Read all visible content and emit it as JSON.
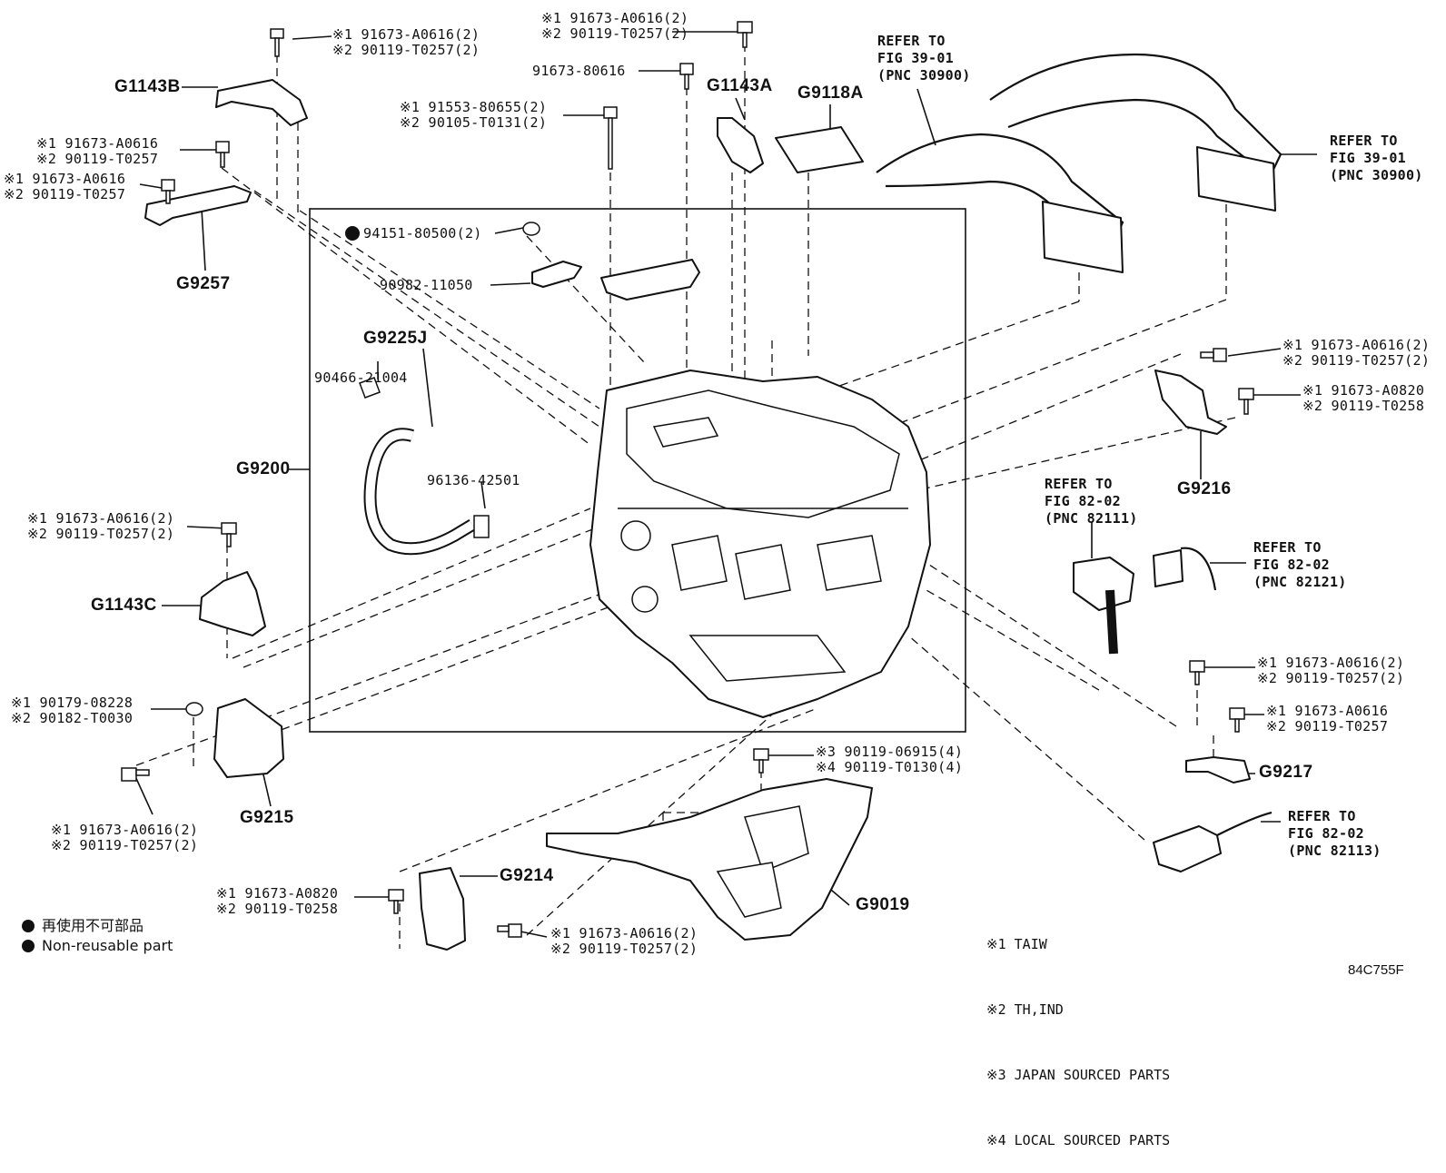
{
  "callouts": {
    "g1143b": "G1143B",
    "g9257": "G9257",
    "g9200": "G9200",
    "g1143c": "G1143C",
    "g9215": "G9215",
    "g9214": "G9214",
    "g9019": "G9019",
    "g9217": "G9217",
    "g9216": "G9216",
    "g1143a": "G1143A",
    "g9118a": "G9118A",
    "g9225j": "G9225J"
  },
  "part_numbers": {
    "top_left_bolt": [
      "※1 91673-A0616(2)",
      "※2 90119-T0257(2)"
    ],
    "g9257_bolt_a": [
      "※1 91673-A0616",
      "※2 90119-T0257"
    ],
    "g9257_bolt_b": [
      "※1 91673-A0616",
      "※2 90119-T0257"
    ],
    "top_center_bolt": [
      "※1 91673-A0616(2)",
      "※2 90119-T0257(2)"
    ],
    "bolt_80616": "91673-80616",
    "stud_bolt": [
      "※1 91553-80655(2)",
      "※2 90105-T0131(2)"
    ],
    "nut": "94151-80500(2)",
    "clamp": "90982-11050",
    "hose_clip": "90466-21004",
    "hose_clamp": "96136-42501",
    "g1143c_bolt": [
      "※1 91673-A0616(2)",
      "※2 90119-T0257(2)"
    ],
    "g9215_nut": [
      "※1 90179-08228",
      "※2 90182-T0030"
    ],
    "g9215_bolt": [
      "※1 91673-A0616(2)",
      "※2 90119-T0257(2)"
    ],
    "g9214_bolt_a": [
      "※1 91673-A0820",
      "※2 90119-T0258"
    ],
    "g9214_bolt_b": [
      "※1 91673-A0616(2)",
      "※2 90119-T0257(2)"
    ],
    "g9019_bolt": [
      "※3 90119-06915(4)",
      "※4 90119-T0130(4)"
    ],
    "g9216_bolt_a": [
      "※1 91673-A0616(2)",
      "※2 90119-T0257(2)"
    ],
    "g9216_bolt_b": [
      "※1 91673-A0820",
      "※2 90119-T0258"
    ],
    "g9217_bolt_a": [
      "※1 91673-A0616(2)",
      "※2 90119-T0257(2)"
    ],
    "g9217_bolt_b": [
      "※1 91673-A0616",
      "※2 90119-T0257"
    ]
  },
  "references": {
    "ref_top_center": [
      "REFER TO",
      "FIG 39-01",
      "(PNC 30900)"
    ],
    "ref_top_right": [
      "REFER TO",
      "FIG 39-01",
      "(PNC 30900)"
    ],
    "ref_mid_a": [
      "REFER TO",
      "FIG 82-02",
      "(PNC 82111)"
    ],
    "ref_mid_b": [
      "REFER TO",
      "FIG 82-02",
      "(PNC 82121)"
    ],
    "ref_bottom": [
      "REFER TO",
      "FIG 82-02",
      "(PNC 82113)"
    ]
  },
  "legend": {
    "reuse_jp": "再使用不可部品",
    "reuse_en": "Non-reusable part",
    "notes": [
      "※1 TAIW",
      "※2 TH,IND",
      "※3 JAPAN SOURCED PARTS",
      "※4 LOCAL SOURCED PARTS"
    ]
  },
  "diagram_code": "84C755F"
}
